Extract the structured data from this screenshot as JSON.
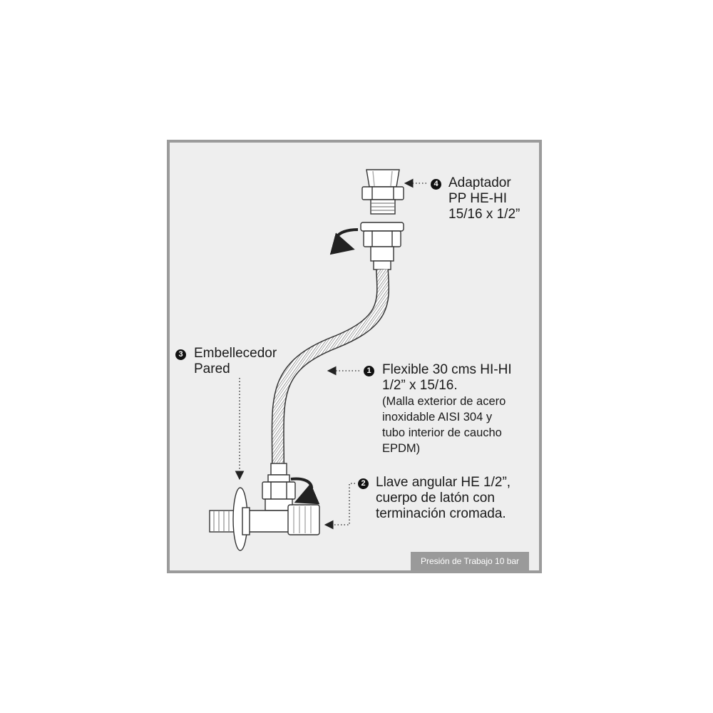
{
  "callouts": {
    "adaptador": {
      "number": "4",
      "lines": [
        "Adaptador",
        "PP HE-HI",
        "15/16 x 1/2”"
      ]
    },
    "embellecedor": {
      "number": "3",
      "lines": [
        "Embellecedor",
        "Pared"
      ]
    },
    "flexible": {
      "number": "1",
      "title_lines": [
        "Flexible 30 cms HI-HI",
        "1/2” x 15/16."
      ],
      "detail_lines": [
        "(Malla exterior de acero",
        "inoxidable AISI 304 y",
        "tubo interior de caucho",
        "EPDM)"
      ]
    },
    "llave": {
      "number": "2",
      "lines": [
        "Llave angular HE 1/2”,",
        "cuerpo de latón con",
        "terminación cromada."
      ]
    }
  },
  "badge": "Presión de Trabajo 10 bar",
  "colors": {
    "frame_border": "#9b9b9b",
    "frame_fill": "#eeeeee",
    "badge_fill": "#9a9a9a",
    "ink": "#1a1a1a"
  }
}
